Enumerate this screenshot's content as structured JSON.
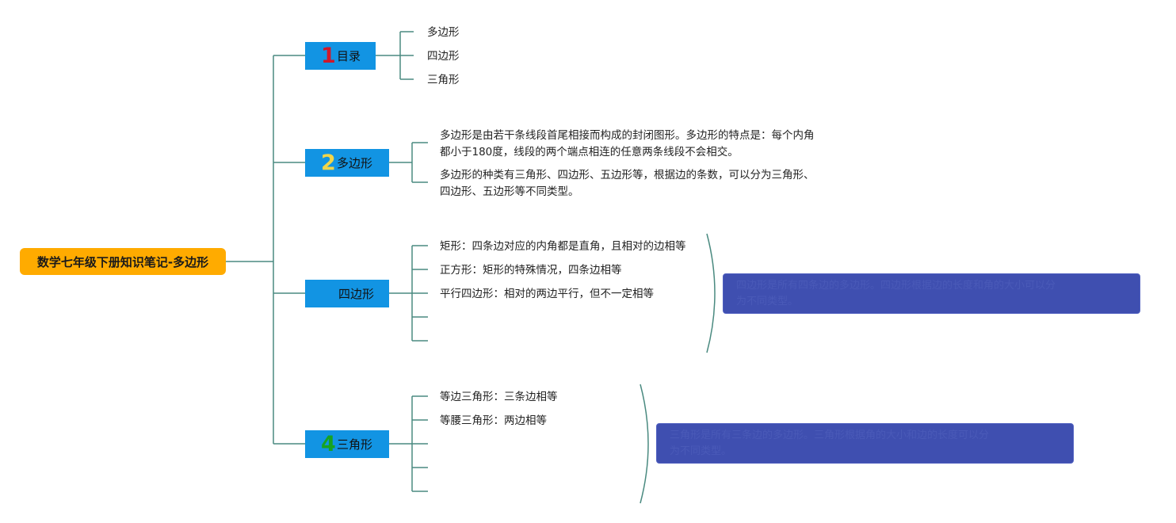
{
  "root": {
    "title": "数学七年级下册知识笔记-多边形"
  },
  "branches": [
    {
      "number": "1",
      "label": "目录",
      "number_color": "#d0172a",
      "items": [
        "多边形",
        "四边形",
        "三角形"
      ]
    },
    {
      "number": "2",
      "label": "多边形",
      "number_color": "#f1d54a",
      "paragraphs": [
        [
          "多边形是由若干条线段首尾相接而构成的封闭图形。多边形的特点是：每个内角",
          "都小于180度，线段的两个端点相连的任意两条线段不会相交。"
        ],
        [
          "多边形的种类有三角形、四边形、五边形等，根据边的条数，可以分为三角形、",
          "四边形、五边形等不同类型。"
        ]
      ]
    },
    {
      "number": "",
      "label": "四边形",
      "number_color": "",
      "items": [
        "矩形：四条边对应的内角都是直角，且相对的边相等",
        "正方形：矩形的特殊情况，四条边相等",
        "平行四边形：相对的两边平行，但不一定相等",
        "",
        ""
      ],
      "summary": [
        "四边形是所有四条边的多边形。四边形根据边的长度和角的大小可以分",
        "为不同类型。"
      ]
    },
    {
      "number": "4",
      "label": "三角形",
      "number_color": "#17a321",
      "items": [
        "等边三角形：三条边相等",
        "等腰三角形：两边相等",
        "",
        "",
        ""
      ],
      "summary": [
        "三角形是所有三条边的多边形。三角形根据角的大小和边的长度可以分",
        "为不同类型。"
      ]
    }
  ],
  "colors": {
    "line": "#4a8a80",
    "branch_fill": "#1294e3",
    "root_fill": "#ffab00",
    "summary_fill": "#3f4fb0"
  }
}
